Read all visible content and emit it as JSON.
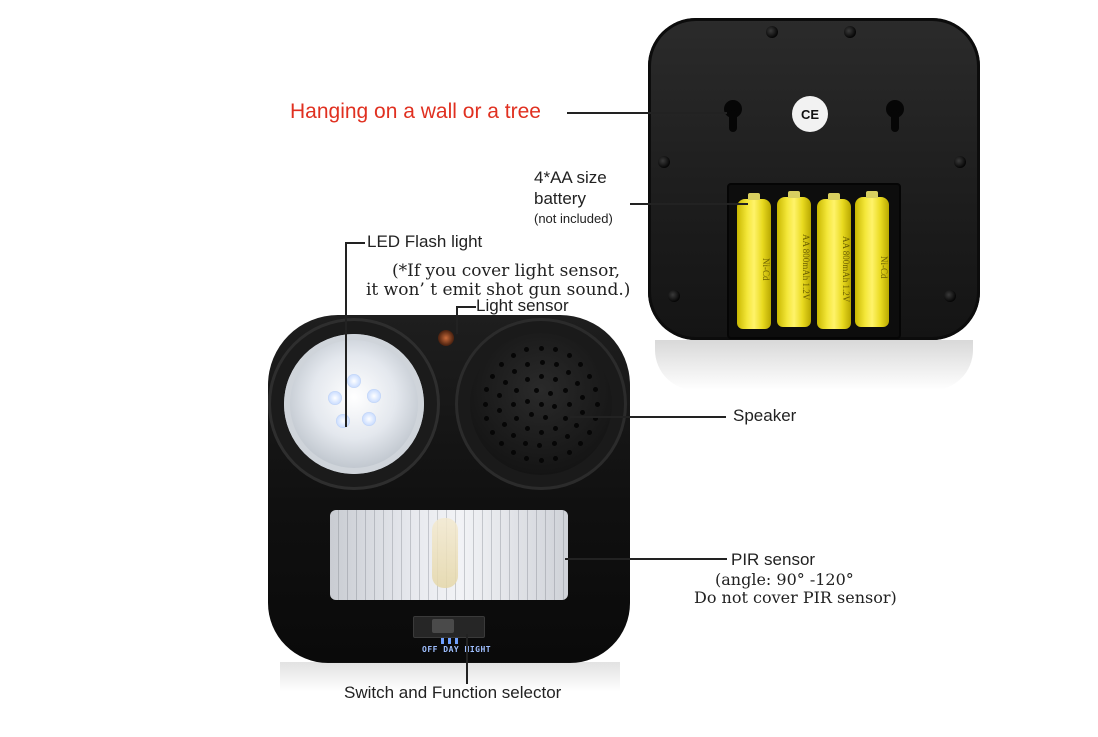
{
  "labels": {
    "hanging": "Hanging on a wall or a tree",
    "battery_line1": "4*AA size",
    "battery_line2": "battery",
    "battery_line3": "(not included)",
    "led_flash": "LED Flash light",
    "led_note_line1": "(*If you cover light sensor,",
    "led_note_line2": "it  won’  t emit shot gun sound.)",
    "light_sensor": "Light sensor",
    "speaker": "Speaker",
    "pir": "PIR sensor",
    "pir_angle": "(angle: 90°  -120°",
    "pir_note": "Do not cover PIR sensor)",
    "switch": "Switch and Function selector"
  },
  "device": {
    "ce_mark": "CE",
    "switch_positions": "OFF DAY NIGHT",
    "battery_text_a": "Ni-Cd",
    "battery_text_b": "AA 800mAh 1.2V"
  },
  "colors": {
    "hanging_label": "#e03020",
    "label_text": "#222222",
    "battery": "#f4e73a"
  }
}
